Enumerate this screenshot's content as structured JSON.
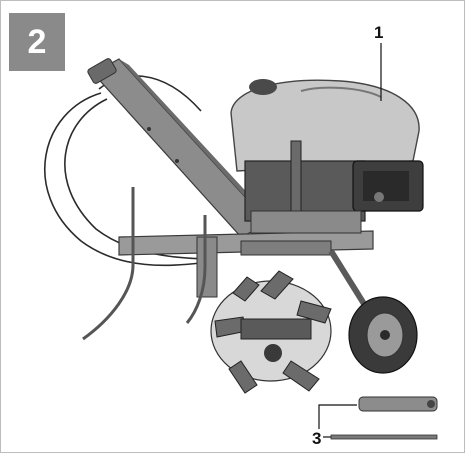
{
  "figure": {
    "number": "2"
  },
  "callouts": [
    {
      "number": "1",
      "part": "engine"
    },
    {
      "number": "3",
      "part": "spark-plug-wrench-and-tommy-bar"
    }
  ],
  "colors": {
    "badge_background": "#8a8a8a",
    "frame_border": "#bdbdbd",
    "metal": "#9a9a9a",
    "dark_metal": "#4a4a4a",
    "engine_shell": "#c8c8c8"
  }
}
